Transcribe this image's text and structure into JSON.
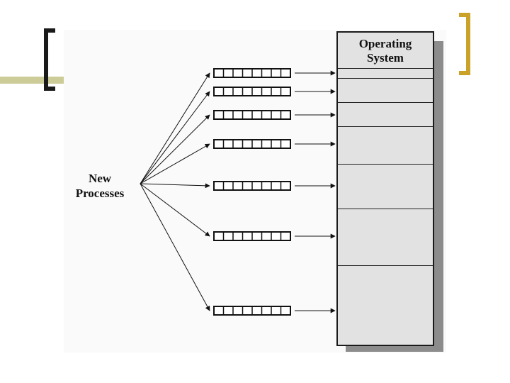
{
  "diagram": {
    "source_label_line1": "New",
    "source_label_line2": "Processes",
    "os_title_line1": "Operating",
    "os_title_line2": "System",
    "queue_count": 7,
    "cells_per_queue": 8,
    "partition_count": 8
  }
}
